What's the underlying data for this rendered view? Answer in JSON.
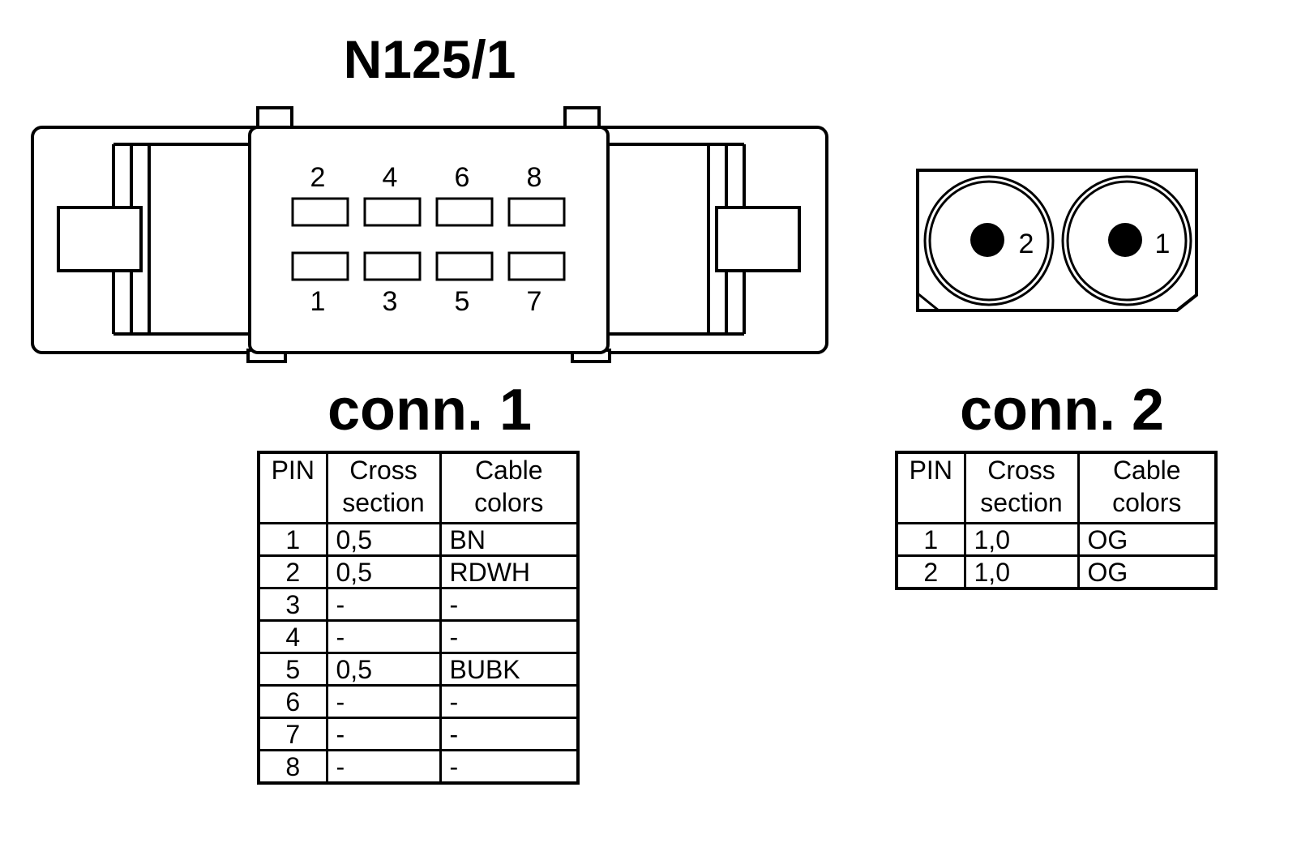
{
  "title": "N125/1",
  "conn1": {
    "title": "conn. 1",
    "pin_labels_top": [
      "2",
      "4",
      "6",
      "8"
    ],
    "pin_labels_bottom": [
      "1",
      "3",
      "5",
      "7"
    ],
    "table": {
      "headers": {
        "pin": "PIN",
        "cross_line1": "Cross",
        "cross_line2": "section",
        "color_line1": "Cable",
        "color_line2": "colors"
      },
      "rows": [
        {
          "pin": "1",
          "cross": "0,5",
          "color": "BN"
        },
        {
          "pin": "2",
          "cross": "0,5",
          "color": "RDWH"
        },
        {
          "pin": "3",
          "cross": "-",
          "color": "-"
        },
        {
          "pin": "4",
          "cross": "-",
          "color": "-"
        },
        {
          "pin": "5",
          "cross": "0,5",
          "color": "BUBK"
        },
        {
          "pin": "6",
          "cross": "-",
          "color": "-"
        },
        {
          "pin": "7",
          "cross": "-",
          "color": "-"
        },
        {
          "pin": "8",
          "cross": "-",
          "color": "-"
        }
      ]
    }
  },
  "conn2": {
    "title": "conn. 2",
    "pin_labels": [
      "2",
      "1"
    ],
    "table": {
      "headers": {
        "pin": "PIN",
        "cross_line1": "Cross",
        "cross_line2": "section",
        "color_line1": "Cable",
        "color_line2": "colors"
      },
      "rows": [
        {
          "pin": "1",
          "cross": "1,0",
          "color": "OG"
        },
        {
          "pin": "2",
          "cross": "1,0",
          "color": "OG"
        }
      ]
    }
  },
  "colors": {
    "line": "#000000",
    "background": "#ffffff"
  }
}
